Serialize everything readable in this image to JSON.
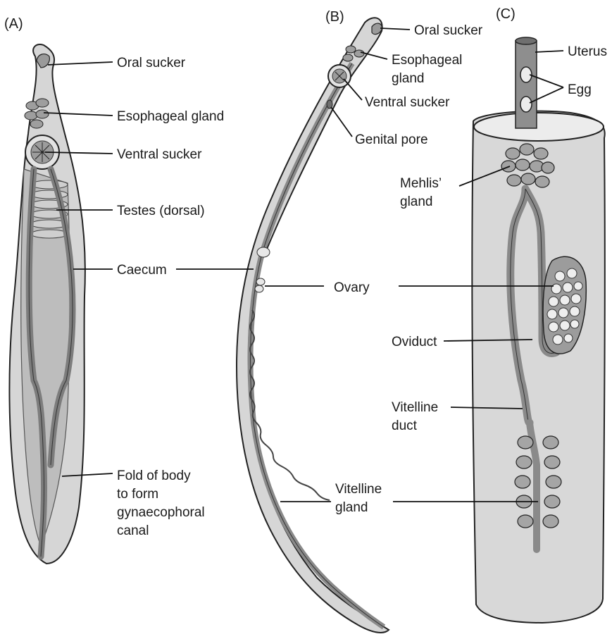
{
  "panels": {
    "a": "(A)",
    "b": "(B)",
    "c": "(C)"
  },
  "labels_a": {
    "oral_sucker": "Oral sucker",
    "esophageal_gland": "Esophageal gland",
    "ventral_sucker": "Ventral sucker",
    "testes": "Testes (dorsal)",
    "caecum": "Caecum",
    "fold_lines": [
      "Fold of body",
      "to form",
      "gynaecophoral",
      "canal"
    ]
  },
  "labels_b": {
    "oral_sucker": "Oral sucker",
    "esophageal_gland_lines": [
      "Esophageal",
      "gland"
    ],
    "ventral_sucker": "Ventral sucker",
    "genital_pore": "Genital pore",
    "ovary": "Ovary",
    "vitelline_gland_lines": [
      "Vitelline",
      "gland"
    ]
  },
  "labels_c": {
    "uterus": "Uterus",
    "egg": "Egg",
    "mehlis_lines": [
      "Mehlis’",
      "gland"
    ],
    "oviduct": "Oviduct",
    "vitelline_duct_lines": [
      "Vitelline",
      "duct"
    ]
  },
  "colors": {
    "outline": "#222222",
    "body_light": "#d9d9d9",
    "body_mid": "#bdbdbd",
    "caecum_dark": "#8a8a8a",
    "egg_light": "#efefef"
  }
}
